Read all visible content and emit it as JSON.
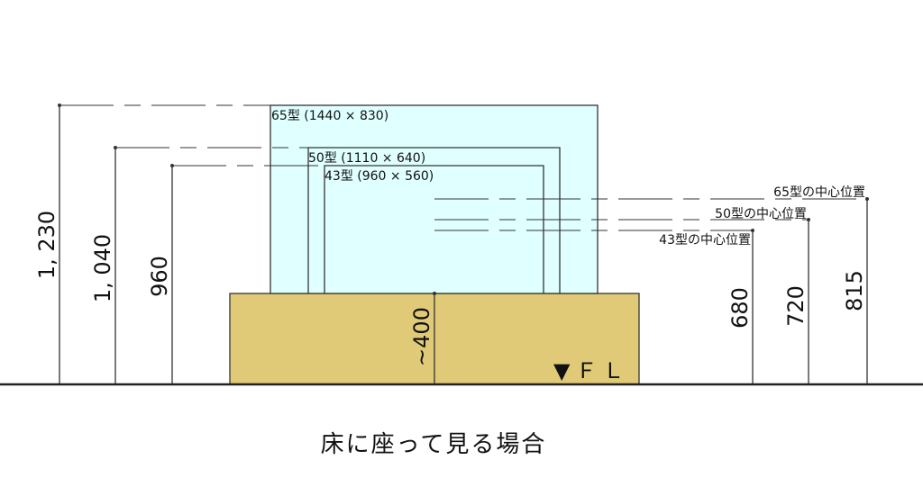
{
  "tvs": [
    {
      "label": "65型 (1440 × 830)",
      "height_label": "1, 230",
      "center_label": "65型の中心位置",
      "center_height": "815"
    },
    {
      "label": "50型 (1110 × 640)",
      "height_label": "1, 040",
      "center_label": "50型の中心位置",
      "center_height": "720"
    },
    {
      "label": "43型 (960 × 560)",
      "height_label": "960",
      "center_label": "43型の中心位置",
      "center_height": "680"
    }
  ],
  "cabinet_height": "~400",
  "floor_label": "▼ＦＬ",
  "caption": "床に座って見る場合",
  "colors": {
    "tv_fill": "#e0ffff",
    "cabinet_fill": "#e0ca78"
  }
}
